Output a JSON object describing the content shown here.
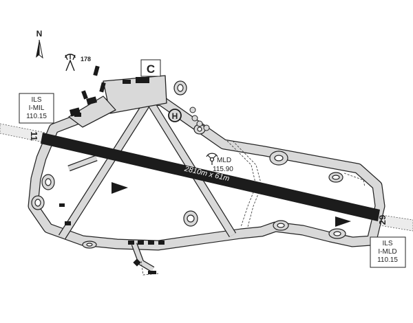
{
  "map": {
    "north_label": "N",
    "obstacle_elevation": "178",
    "control_tower_letter": "C",
    "heliport_letter": "H",
    "runway": {
      "dimensions": "2810m x 61m",
      "designator_west": "11",
      "designator_east": "29"
    },
    "vor": {
      "ident": "MLD",
      "frequency": "115.90"
    },
    "ils_west": {
      "title": "ILS",
      "ident": "I-MIL",
      "frequency": "110.15"
    },
    "ils_east": {
      "title": "ILS",
      "ident": "I-MLD",
      "frequency": "110.15"
    },
    "colors": {
      "ink": "#222222",
      "pavement": "#d9d9d9",
      "runway": "#1c1c1c"
    }
  }
}
